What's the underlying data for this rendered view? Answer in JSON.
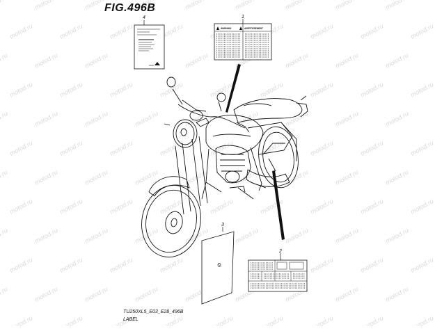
{
  "figure": {
    "title": "FIG.496B"
  },
  "callouts": {
    "c1": "1",
    "c2": "2",
    "c3": "3",
    "c4": "4"
  },
  "label_1": {
    "warning_title": "WARNING",
    "avertissement_title": "AVERTISSEMENT"
  },
  "watermark": {
    "text": "motod.ru"
  },
  "footer": {
    "model_code": "TU250XL5_E03_E28_496B",
    "caption": "LABEL"
  }
}
